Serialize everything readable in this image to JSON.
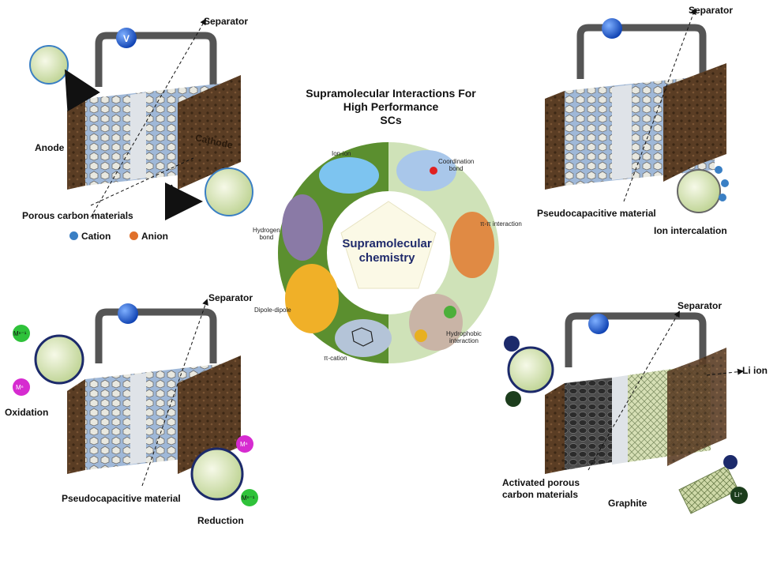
{
  "title_lines": [
    "Supramolecular Interactions For",
    "High Performance",
    "SCs"
  ],
  "center": {
    "line1": "Supramolecular",
    "line2": "chemistry"
  },
  "wheel_labels": {
    "ion_ion": "Ion-ion",
    "coordination_1": "Coordination",
    "coordination_2": "bond",
    "pi_pi": "π-π interaction",
    "hydrophobic_1": "Hydrophobic",
    "hydrophobic_2": "interaction",
    "pi_cation": "π-cation",
    "dipole": "Dipole-dipole",
    "hydrogen_1": "Hydrogen",
    "hydrogen_2": "bond"
  },
  "panel_tl": {
    "separator": "Separator",
    "anode": "Anode",
    "cathode": "Cathode",
    "porous": "Porous carbon materials",
    "cation": "Cation",
    "anion": "Anion",
    "meter": "V"
  },
  "panel_tr": {
    "separator": "Separator",
    "pseudo": "Pseudocapacitive material",
    "intercalation": "Ion intercalation"
  },
  "panel_bl": {
    "separator": "Separator",
    "oxidation": "Oxidation",
    "pseudo": "Pseudocapacitive material",
    "reduction": "Reduction",
    "m_ox_top": "Mⁿ⁻¹",
    "m_ox_bottom": "Mⁿ",
    "m_red_top": "Mⁿ",
    "m_red_bottom": "Mⁿ⁻¹"
  },
  "panel_br": {
    "separator": "Separator",
    "li_ion": "Li ion",
    "activated_1": "Activated porous",
    "activated_2": "carbon materials",
    "graphite": "Graphite",
    "li_plus": "Li⁺"
  },
  "colors": {
    "electrode": "#5a3d24",
    "electrolyte": "#7fa3cf",
    "separator": "#d9dde3",
    "wire": "#555555",
    "meter": "#1a5fd0",
    "cation": "#3a7fc4",
    "anion": "#e0702a",
    "wheel_green": "#5b8f2f",
    "wheel_light": "#cfe2b8"
  }
}
